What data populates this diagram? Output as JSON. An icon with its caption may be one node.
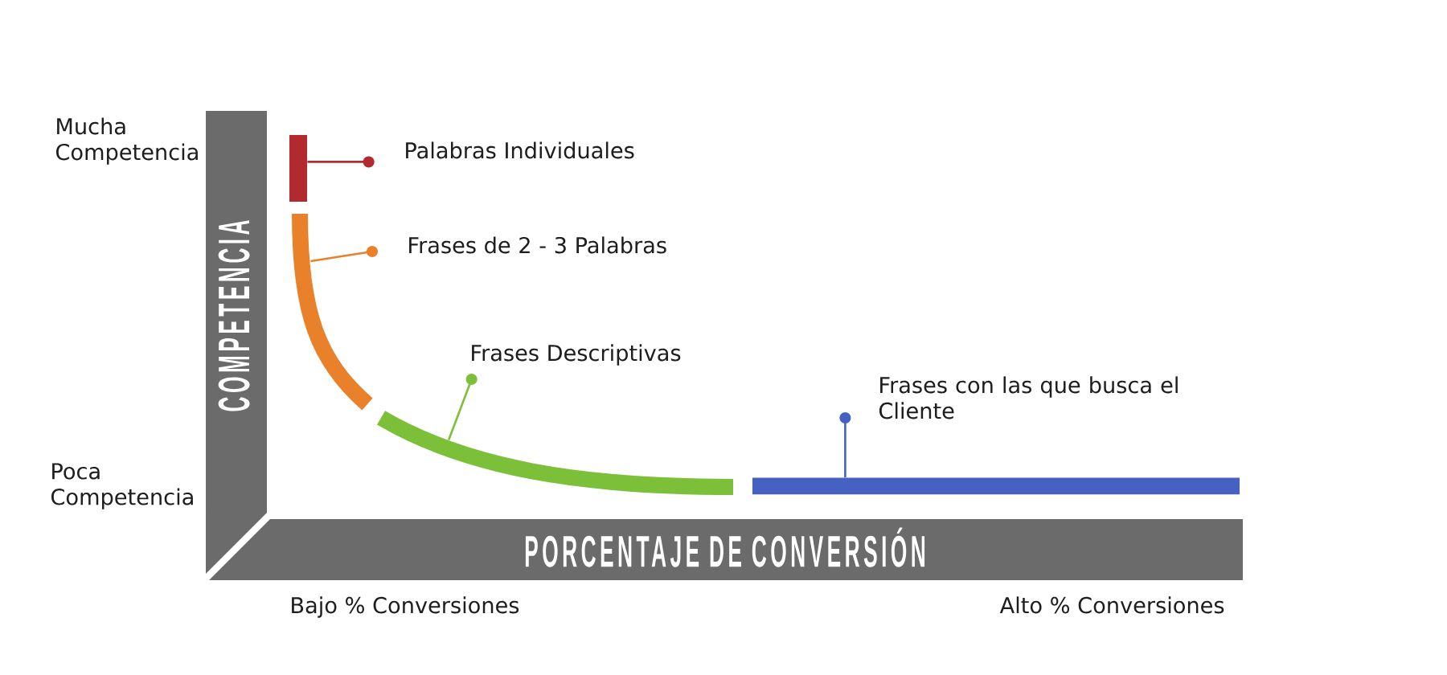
{
  "diagram": {
    "nodes": [
      {
        "text": [
          "COMPETENCIA"
        ],
        "beside": [
          "Mucha Competencia",
          "Poca Competencia"
        ]
      },
      {
        "text": [
          "PORCENTAJE DE CONVERSIÓN"
        ],
        "beside": [
          "Bajo % Conversiones",
          "Alto % Conversiones"
        ]
      },
      {
        "text": [
          "Palabras Individuales"
        ]
      },
      {
        "text": [],
        "shape": "bar"
      },
      {
        "text": [
          "Frases de 2 - 3 Palabras"
        ]
      },
      {
        "text": [],
        "shape": "arc"
      },
      {
        "text": [
          "Frases Descriptivas"
        ]
      },
      {
        "text": [],
        "shape": "arc"
      },
      {
        "text": [
          "Frases con las que busca el Cliente"
        ]
      },
      {
        "text": [],
        "shape": "bar"
      }
    ],
    "edges": [
      {
        "from": 2,
        "to": 3,
        "arrow": "other",
        "color": "#b22a2e"
      },
      {
        "from": 4,
        "to": 5,
        "arrow": "other",
        "color": "#e8812a"
      },
      {
        "from": 6,
        "to": 7,
        "arrow": "other",
        "color": "#7cc03a"
      },
      {
        "from": 8,
        "to": 9,
        "arrow": "other",
        "color": "#4562c2"
      }
    ]
  }
}
